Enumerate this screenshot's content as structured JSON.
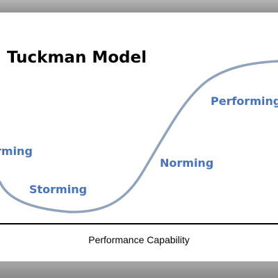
{
  "slide": {
    "title": "Tuckman Model",
    "stages": {
      "forming": "rming",
      "storming": "Storming",
      "norming": "Norming",
      "performing": "Performing"
    },
    "axis_label": "Performance Capability"
  },
  "colors": {
    "stage_text": "#4472c4",
    "curve": "#8fa3bd",
    "background": "#ffffff",
    "frame": "#9a9a9a"
  }
}
